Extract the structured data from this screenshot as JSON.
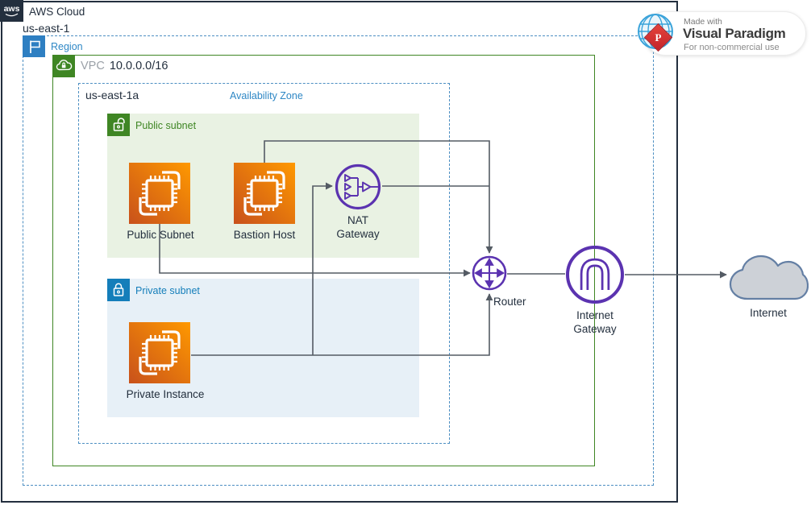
{
  "colors": {
    "dark": "#232F3E",
    "blue": "#2E87C5",
    "blue-icon": "#2E7FC2",
    "blue-dash": "#4D8FC2",
    "green": "#3F8624",
    "green-bg": "#E9F2E3",
    "blue-bg": "#E7F0F7",
    "purple": "#5B33B0",
    "line": "#545B64",
    "orange-dark": "#C8511B",
    "orange-light": "#FF9900",
    "cloud-fill": "#CDD1D7",
    "cloud-stroke": "#647FA4",
    "gray-text": "#9BA1A8"
  },
  "aws_cloud": {
    "logo_text": "aws",
    "title": "AWS Cloud",
    "region_code": "us-east-1"
  },
  "region": {
    "label": "Region"
  },
  "vpc": {
    "label": "VPC",
    "cidr": "10.0.0.0/16"
  },
  "availability_zone": {
    "name": "us-east-1a",
    "label": "Availability Zone"
  },
  "public_subnet": {
    "label": "Public subnet"
  },
  "private_subnet": {
    "label": "Private subnet"
  },
  "nodes": {
    "public_instance": {
      "label": "Public Subnet"
    },
    "bastion_host": {
      "label": "Bastion Host"
    },
    "nat_gateway": {
      "label": "NAT\nGateway"
    },
    "private_instance": {
      "label": "Private Instance"
    },
    "router": {
      "label": "Router"
    },
    "internet_gateway": {
      "label": "Internet\nGateway"
    },
    "internet": {
      "label": "Internet"
    }
  },
  "badge": {
    "made_with": "Made with",
    "brand": "Visual Paradigm",
    "note": "For non-commercial use"
  }
}
